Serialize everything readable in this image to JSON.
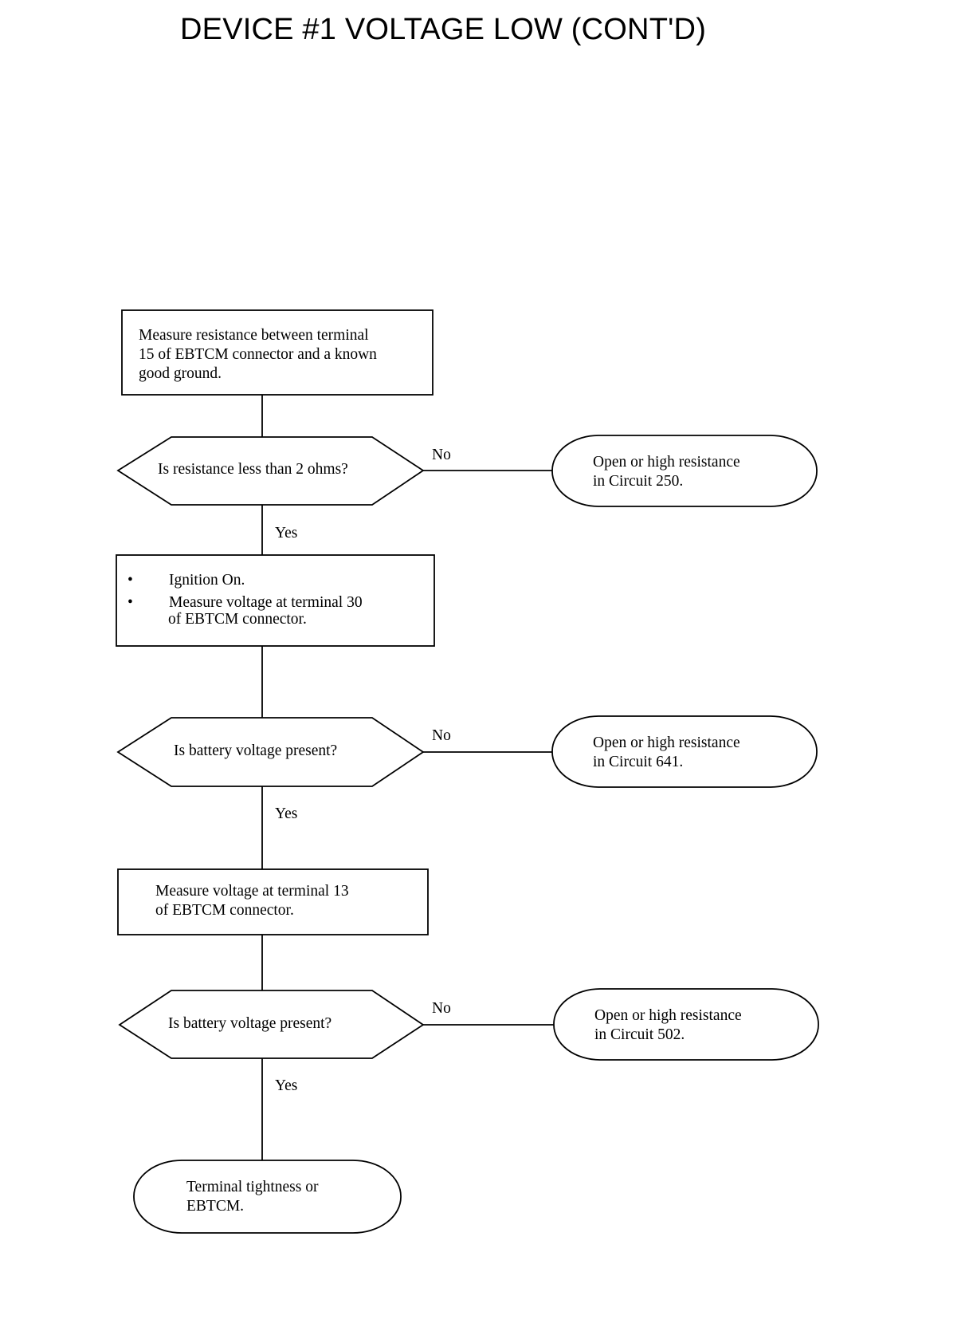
{
  "title": "DEVICE #1 VOLTAGE LOW (CONT'D)",
  "steps": {
    "step1": {
      "lines": [
        "Measure resistance between terminal",
        "15 of EBTCM connector and a known",
        "good ground."
      ]
    },
    "decision1": {
      "question": "Is resistance less than 2 ohms?",
      "no_label": "No",
      "yes_label": "Yes",
      "no_result": [
        "Open or high resistance",
        "in Circuit 250."
      ]
    },
    "step2": {
      "bullet": "•",
      "bullets": [
        "Ignition On.",
        "Measure voltage at terminal 30"
      ],
      "continuation": "of EBTCM connector."
    },
    "decision2": {
      "question": "Is battery voltage present?",
      "no_label": "No",
      "yes_label": "Yes",
      "no_result": [
        "Open or high resistance",
        "in Circuit 641."
      ]
    },
    "step3": {
      "lines": [
        "Measure voltage at terminal 13",
        "of EBTCM connector."
      ]
    },
    "decision3": {
      "question": "Is battery voltage present?",
      "no_label": "No",
      "yes_label": "Yes",
      "no_result": [
        "Open or high resistance",
        "in Circuit 502."
      ]
    },
    "final": {
      "lines": [
        "Terminal tightness or",
        "EBTCM."
      ]
    }
  }
}
